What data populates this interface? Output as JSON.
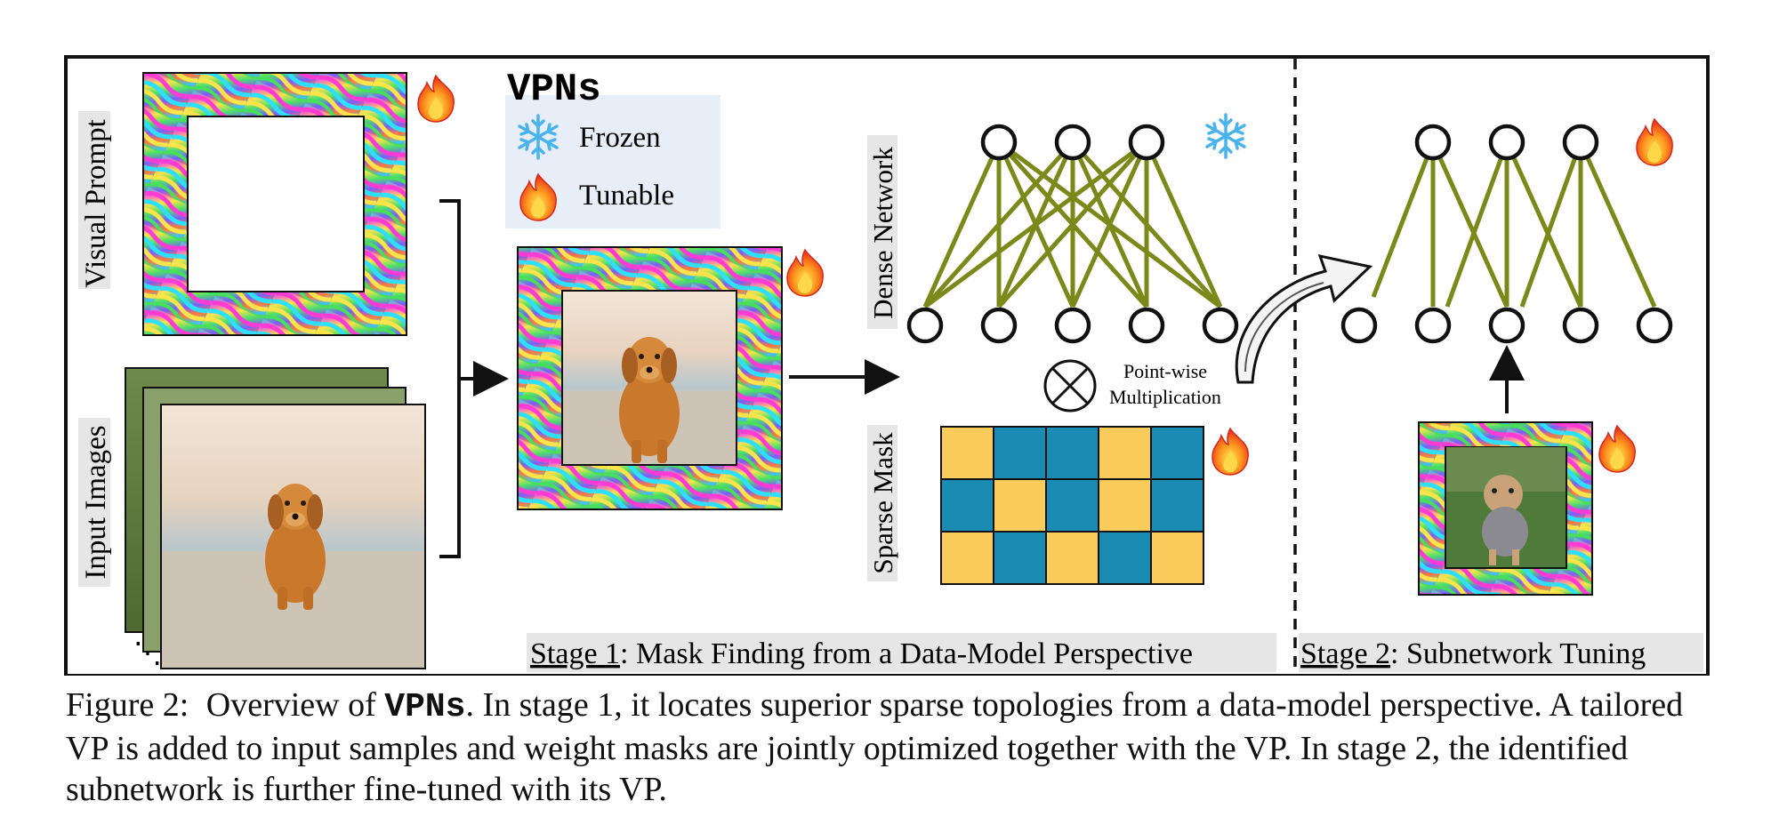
{
  "legend": {
    "title": "VPNs",
    "frozen_label": "Frozen",
    "tunable_label": "Tunable"
  },
  "labels": {
    "visual_prompt": "Visual Prompt",
    "input_images": "Input Images",
    "dense_network": "Dense Network",
    "sparse_mask": "Sparse Mask",
    "pointwise_line1": "Point-wise",
    "pointwise_line2": "Multiplication",
    "ellipsis": "⋱"
  },
  "stages": {
    "stage1_word": "Stage 1",
    "stage1_rest": ": Mask Finding from a Data-Model Perspective",
    "stage2_word": "Stage 2",
    "stage2_rest": ": Subnetwork Tuning"
  },
  "sparse_mask": {
    "grid": [
      [
        0,
        1,
        1,
        0,
        1
      ],
      [
        1,
        0,
        1,
        0,
        1
      ],
      [
        0,
        1,
        0,
        1,
        0
      ]
    ],
    "colors": {
      "yellow": "#fbcb5b",
      "blue": "#1a8cb3"
    }
  },
  "network_color": "#7a8a1a",
  "caption": {
    "label": "Figure 2:",
    "pre": "Overview of ",
    "code": "VPNs",
    "rest": ". In stage 1, it locates superior sparse topologies from a data-model perspective. A tailored VP is added to input samples and weight masks are jointly optimized together with the VP. In stage 2, the identified subnetwork is further fine-tuned with its VP."
  }
}
